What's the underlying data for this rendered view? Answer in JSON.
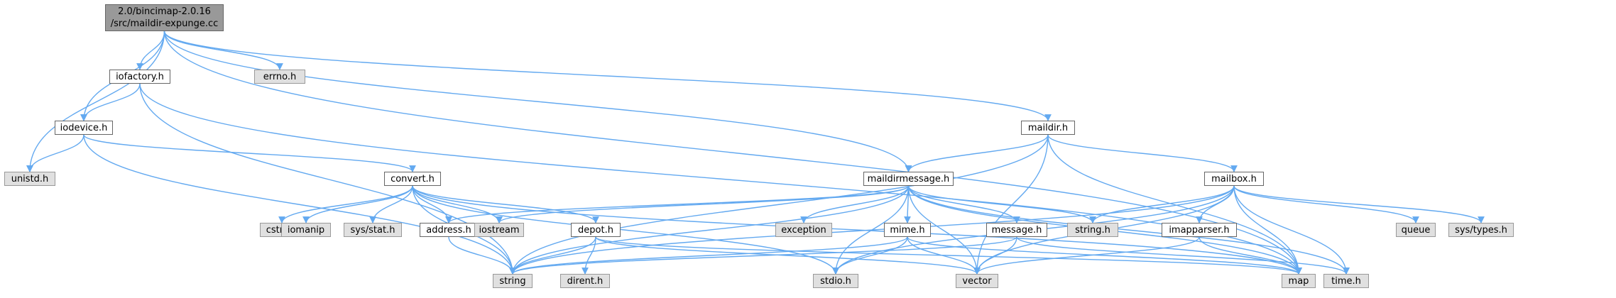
{
  "graph": {
    "root": {
      "line1": "2.0/bincimap-2.0.16",
      "line2": "/src/maildir-expunge.cc"
    },
    "nodes": {
      "iofactory": "iofactory.h",
      "errno": "errno.h",
      "iodevice": "iodevice.h",
      "unistd": "unistd.h",
      "maildir": "maildir.h",
      "convert": "convert.h",
      "maildirmessage": "maildirmessage.h",
      "mailbox": "mailbox.h",
      "cstring": "cstring",
      "iomanip": "iomanip",
      "sysstat": "sys/stat.h",
      "address": "address.h",
      "depot": "depot.h",
      "iostream": "iostream",
      "exception": "exception",
      "mime": "mime.h",
      "message": "message.h",
      "stringh": "string.h",
      "imapparser": "imapparser.h",
      "queue": "queue",
      "systypes": "sys/types.h",
      "string": "string",
      "direnth": "dirent.h",
      "stdio": "stdio.h",
      "vector": "vector",
      "map": "map",
      "time": "time.h"
    },
    "colors": {
      "edge": "#63a9f0",
      "root_fill": "#999999",
      "system_fill": "#e0e0e0",
      "local_fill": "#ffffff",
      "border": "#666666"
    }
  }
}
